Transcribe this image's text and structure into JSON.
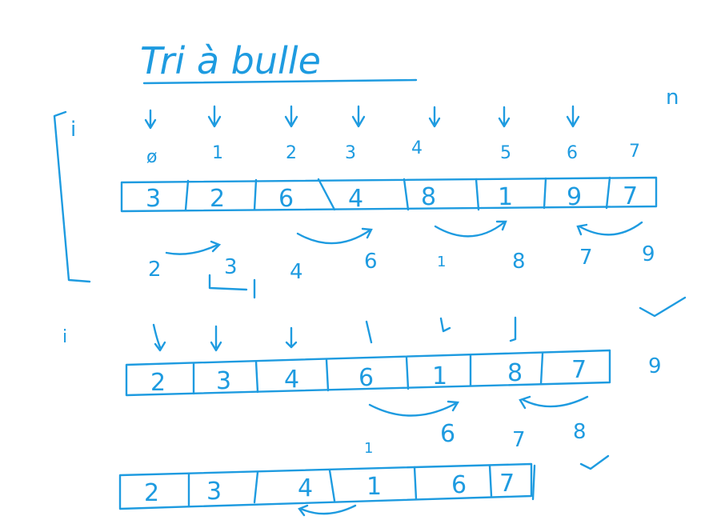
{
  "title": "Tri à bulle",
  "label_i": "i",
  "label_n": "n",
  "pass1": {
    "indices": [
      "ø",
      "1",
      "2",
      "3",
      "4",
      "5",
      "6",
      "7"
    ],
    "cells": [
      "3",
      "2",
      "6",
      "4",
      "8",
      "1",
      "9",
      "7"
    ],
    "results": [
      "2",
      "3",
      "4",
      "6",
      "1",
      "8",
      "7",
      "9"
    ]
  },
  "pass2": {
    "cells": [
      "2",
      "3",
      "4",
      "6",
      "1",
      "8",
      "7"
    ],
    "side_value": "9",
    "results": [
      "1",
      "6",
      "7",
      "8"
    ]
  },
  "pass3": {
    "cells": [
      "2",
      "3",
      "4",
      "1",
      "6",
      "7"
    ]
  }
}
